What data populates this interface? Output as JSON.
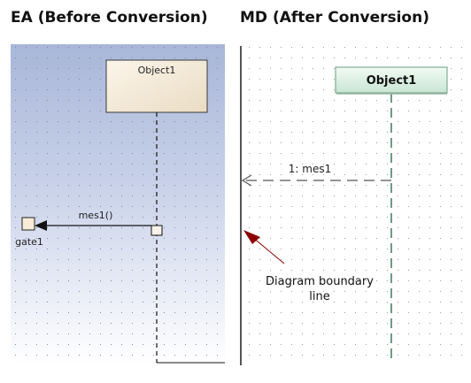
{
  "headings": {
    "ea": "EA (Before Conversion)",
    "md": "MD (After Conversion)"
  },
  "ea_diagram": {
    "object_label": "Object1",
    "message_label": "mes1()",
    "gate_label": "gate1",
    "colors": {
      "background_top": "#a8b6d8",
      "background_bottom": "#ffffff",
      "object_fill": "#f4ead8",
      "gate_fill": "#f8ecd6",
      "grid_dot": "#7d8ab0"
    }
  },
  "md_diagram": {
    "object_label": "Object1",
    "message_label": "1: mes1",
    "annotation_label_line1": "Diagram boundary",
    "annotation_label_line2": "line",
    "colors": {
      "object_fill_top": "#eef8f1",
      "object_fill_bottom": "#cfe9d8",
      "object_border": "#6a9c7f",
      "lifeline": "#6f9a82",
      "arrow": "#8b0000",
      "grid_dot": "#9a9a9a"
    }
  }
}
